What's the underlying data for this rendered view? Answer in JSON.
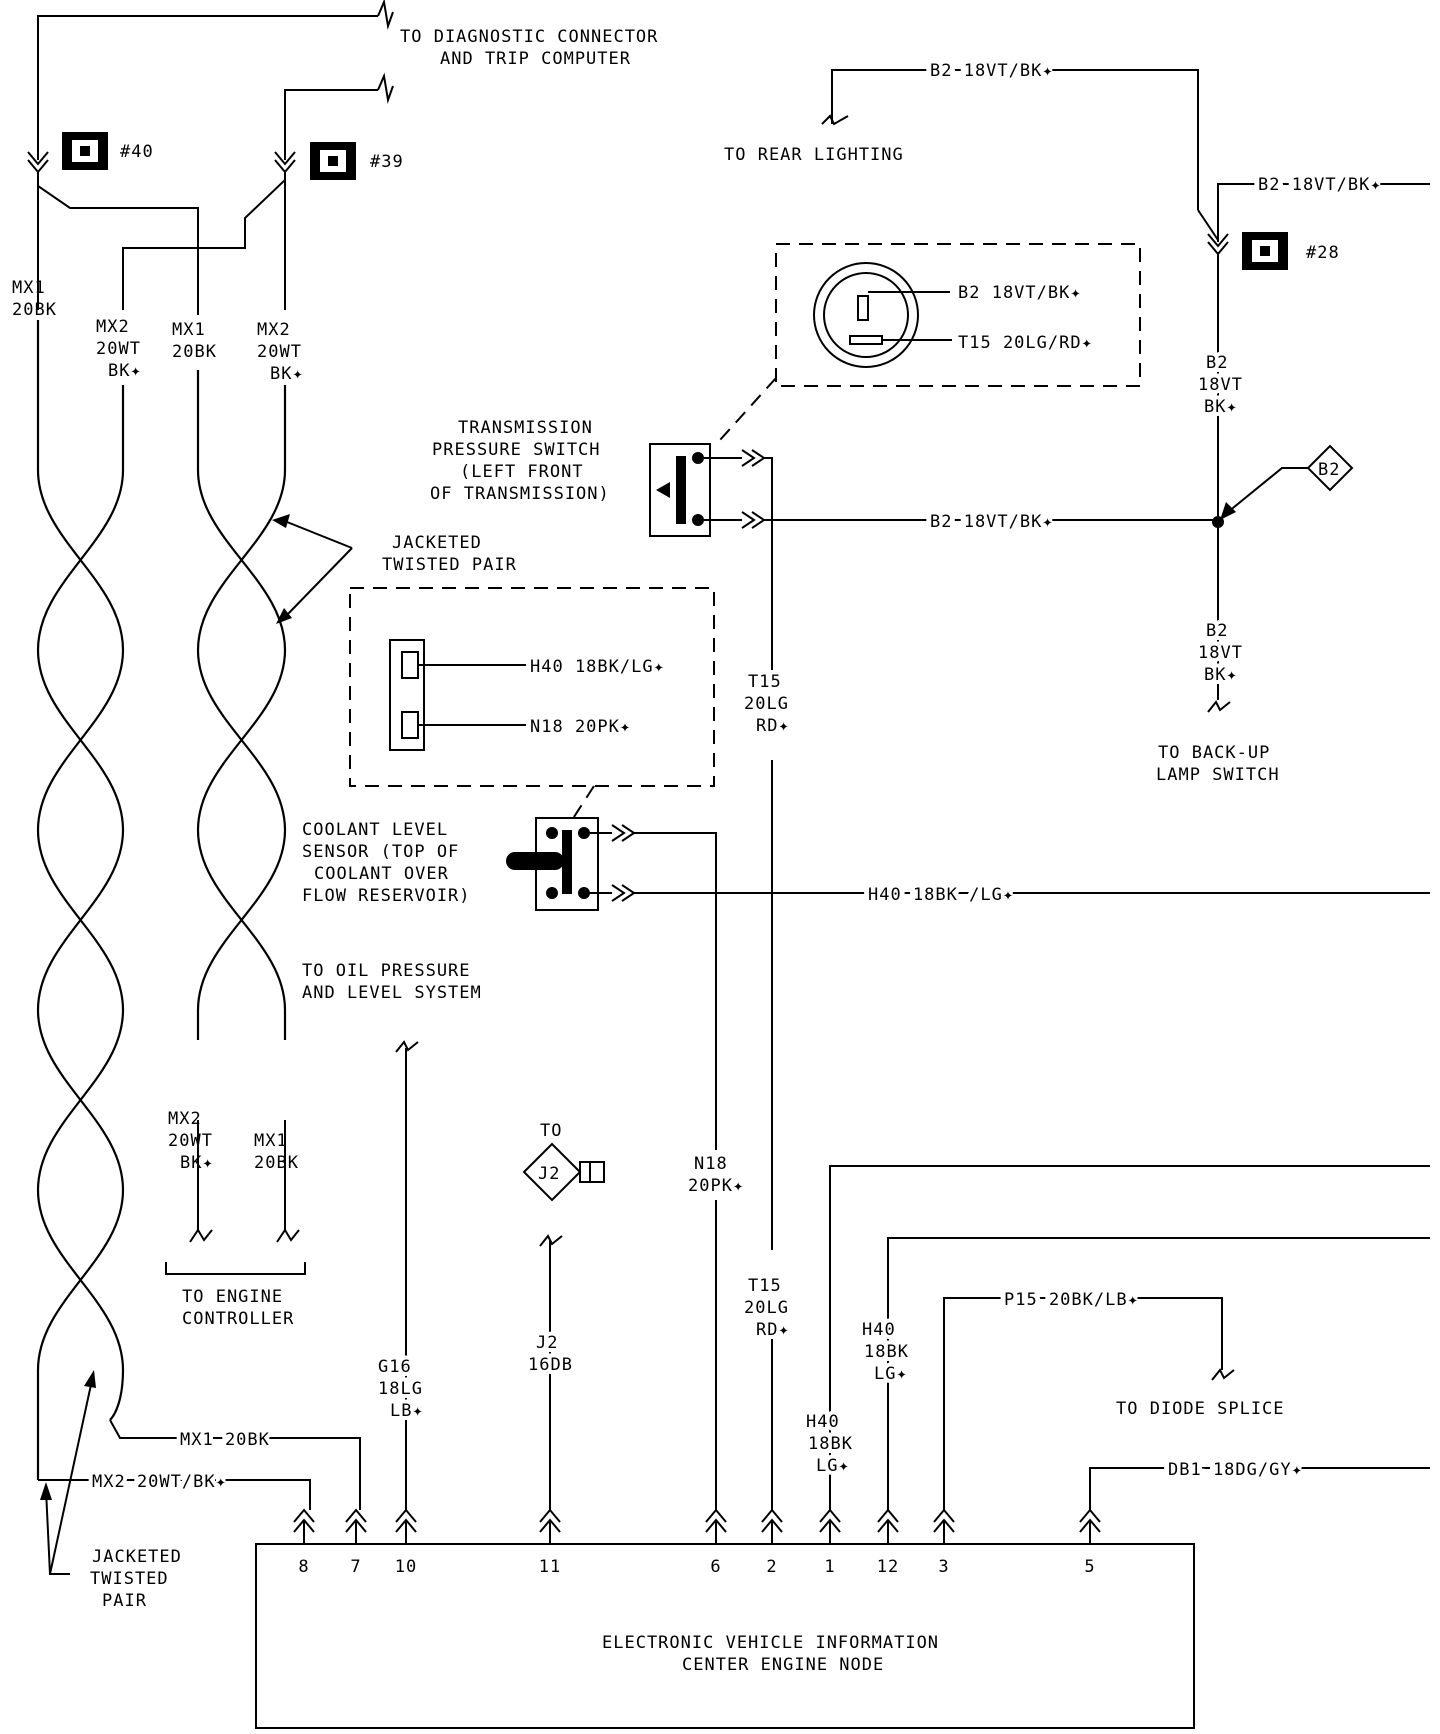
{
  "diag_connector": [
    "TO DIAGNOSTIC CONNECTOR",
    "AND TRIP COMPUTER"
  ],
  "conn40": "#40",
  "conn39": "#39",
  "conn28": "#28",
  "left_wires": {
    "mx1_outer": [
      "MX1",
      "20BK"
    ],
    "mx2_a": [
      "MX2",
      "20WT",
      "BK✦"
    ],
    "mx1_b": [
      "MX1",
      "20BK"
    ],
    "mx2_b": [
      "MX2",
      "20WT",
      "BK✦"
    ]
  },
  "jacketed_top": [
    "JACKETED",
    "TWISTED PAIR"
  ],
  "jacketed_bottom": [
    "JACKETED",
    "TWISTED",
    "PAIR"
  ],
  "rear_lighting": {
    "wire": "B2 18VT/BK✦",
    "label": "TO REAR LIGHTING"
  },
  "b2_right_top": "B2 18VT/BK✦",
  "b2_vertical_upper": [
    "B2",
    "18VT",
    "BK✦"
  ],
  "b2_vertical_lower": [
    "B2",
    "18VT",
    "BK✦"
  ],
  "b2_splice": "B2",
  "backup": [
    "TO BACK-UP",
    "LAMP SWITCH"
  ],
  "trans_conn": {
    "b2": "B2 18VT/BK✦",
    "t15": "T15 20LG/RD✦"
  },
  "trans_switch": [
    "TRANSMISSION",
    "PRESSURE SWITCH",
    "(LEFT FRONT",
    "OF TRANSMISSION)"
  ],
  "b2_horizontal": "B2 18VT/BK✦",
  "coolant_conn": {
    "h40": "H40 18BK/LG✦",
    "n18": "N18 20PK✦"
  },
  "t15_upper": [
    "T15",
    "20LG",
    "RD✦"
  ],
  "t15_lower": [
    "T15",
    "20LG",
    "RD✦"
  ],
  "coolant_sensor": [
    "COOLANT LEVEL",
    "SENSOR (TOP OF",
    "COOLANT OVER",
    "FLOW RESERVOIR)"
  ],
  "h40_horizontal": "H40 18BK /LG✦",
  "oil_pressure": [
    "TO OIL PRESSURE",
    "AND LEVEL SYSTEM"
  ],
  "engine_wires": {
    "mx2": [
      "MX2",
      "20WT",
      "BK✦"
    ],
    "mx1": [
      "MX1",
      "20BK"
    ]
  },
  "engine_controller": [
    "TO ENGINE",
    "CONTROLLER"
  ],
  "to_j2": {
    "to": "TO",
    "tag": "J2"
  },
  "g16": [
    "G16",
    "18LG",
    "LB✦"
  ],
  "j2": [
    "J2",
    "16DB"
  ],
  "n18": [
    "N18",
    "20PK✦"
  ],
  "h40_a": [
    "H40",
    "18BK",
    "LG✦"
  ],
  "h40_b": [
    "H40",
    "18BK",
    "LG✦"
  ],
  "p15": "P15 20BK/LB✦",
  "diode": "TO DIODE SPLICE",
  "mx1_bottom": "MX1 20BK",
  "mx2_bottom": "MX2 20WT/BK✦",
  "db1": "DB1 18DG/GY✦",
  "pins": [
    "8",
    "7",
    "10",
    "11",
    "6",
    "2",
    "1",
    "12",
    "3",
    "5"
  ],
  "module": [
    "ELECTRONIC VEHICLE INFORMATION",
    "CENTER ENGINE NODE"
  ]
}
